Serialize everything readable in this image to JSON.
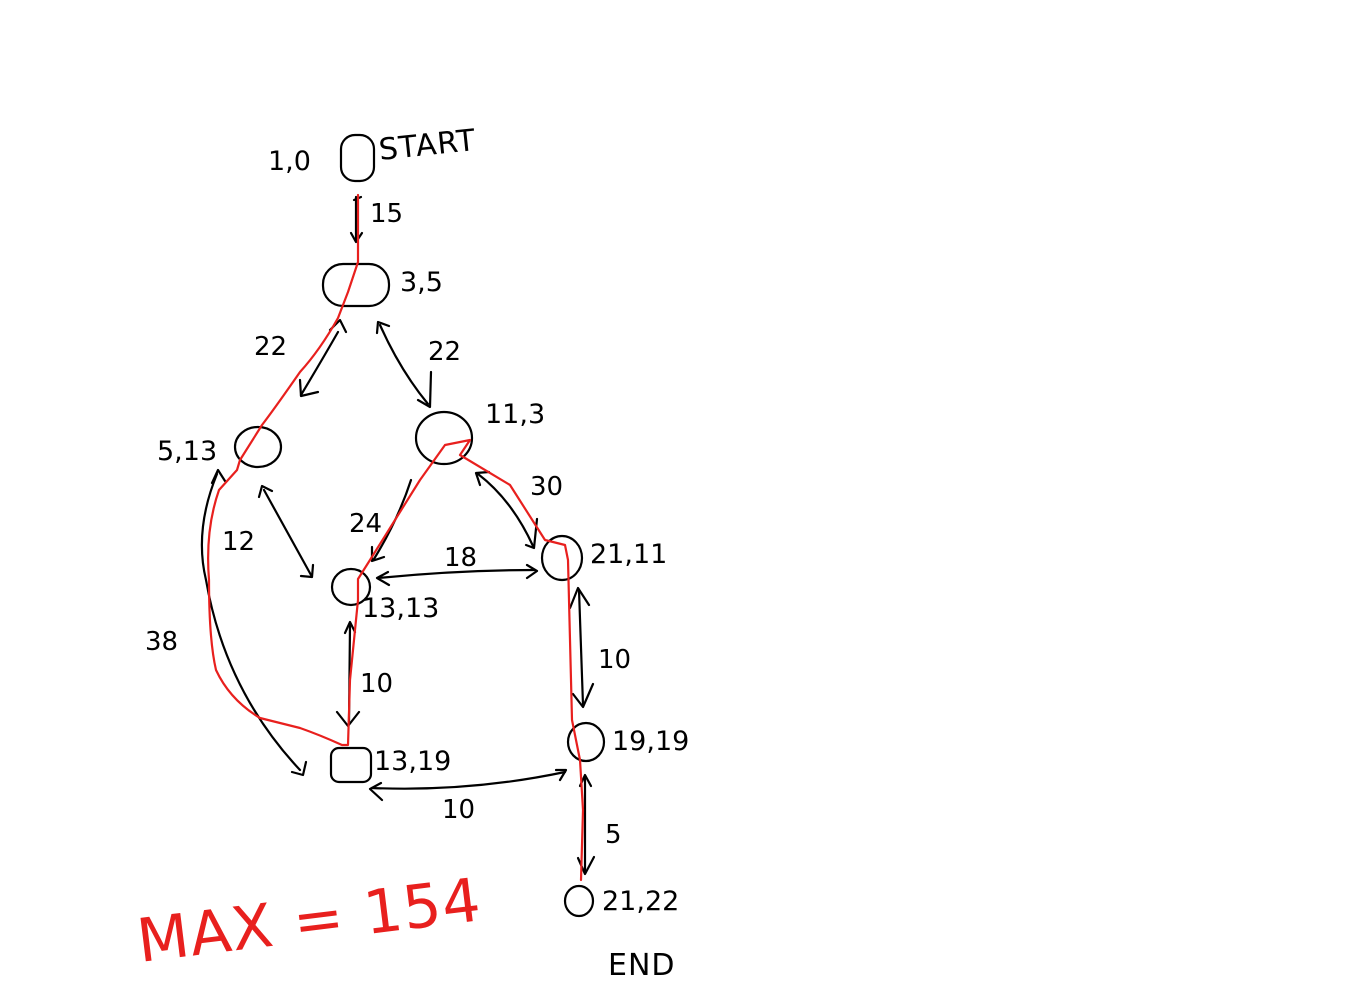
{
  "labels": {
    "start": "START",
    "end": "END",
    "max": "MAX = 154"
  },
  "nodes": [
    {
      "id": "n1",
      "label": "1,0"
    },
    {
      "id": "n2",
      "label": "3,5"
    },
    {
      "id": "n3",
      "label": "5,13"
    },
    {
      "id": "n4",
      "label": "11,3"
    },
    {
      "id": "n5",
      "label": "13,13"
    },
    {
      "id": "n6",
      "label": "21,11"
    },
    {
      "id": "n7",
      "label": "13,19"
    },
    {
      "id": "n8",
      "label": "19,19"
    },
    {
      "id": "n9",
      "label": "21,22"
    }
  ],
  "edges": [
    {
      "from": "n1",
      "to": "n2",
      "weight": "15"
    },
    {
      "from": "n2",
      "to": "n3",
      "weight": "22"
    },
    {
      "from": "n2",
      "to": "n4",
      "weight": "22"
    },
    {
      "from": "n3",
      "to": "n5",
      "weight": "12"
    },
    {
      "from": "n3",
      "to": "n7",
      "weight": "38"
    },
    {
      "from": "n4",
      "to": "n5",
      "weight": "24"
    },
    {
      "from": "n4",
      "to": "n6",
      "weight": "30"
    },
    {
      "from": "n5",
      "to": "n6",
      "weight": "18"
    },
    {
      "from": "n5",
      "to": "n7",
      "weight": "10"
    },
    {
      "from": "n6",
      "to": "n8",
      "weight": "10"
    },
    {
      "from": "n7",
      "to": "n8",
      "weight": "10"
    },
    {
      "from": "n8",
      "to": "n9",
      "weight": "5"
    }
  ],
  "highlighted_path": [
    "n1",
    "n2",
    "n3",
    "n7",
    "n5",
    "n4",
    "n6",
    "n8",
    "n9"
  ],
  "colors": {
    "ink": "#000000",
    "highlight": "#e8201e",
    "background": "#ffffff"
  }
}
